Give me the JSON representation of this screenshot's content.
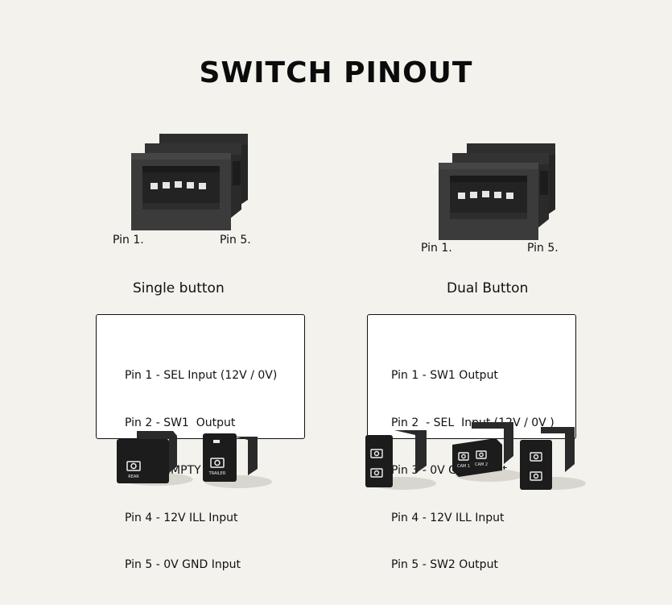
{
  "title": "SWITCH PINOUT",
  "connector_labels": {
    "pin_first": "Pin 1.",
    "pin_last": "Pin 5."
  },
  "single": {
    "label": "Single button",
    "pins": [
      "Pin 1 - SEL Input (12V / 0V)",
      "Pin 2 - SW1  Output",
      "Pin 3 - EMPTY",
      "Pin 4 - 12V ILL Input",
      "Pin 5 - 0V GND Input"
    ]
  },
  "dual": {
    "label": "Dual Button",
    "pins": [
      "Pin 1 - SW1 Output",
      "Pin 2  - SEL  Input (12V / 0V )",
      "Pin 3 - 0V GND Input",
      "Pin 4 - 12V ILL Input",
      "Pin 5 - SW2 Output"
    ]
  },
  "switch_caps": {
    "single_a": "REAR",
    "single_b": "TRAILER",
    "dual_a": "CAM 1",
    "dual_b": "CAM 2"
  },
  "colors": {
    "background": "#f3f2ed",
    "connector_body": "#3a3a3a",
    "connector_dark": "#262626",
    "pin_metal": "#e6e6e6",
    "switch_body": "#1c1c1c",
    "box_border": "#111111"
  }
}
